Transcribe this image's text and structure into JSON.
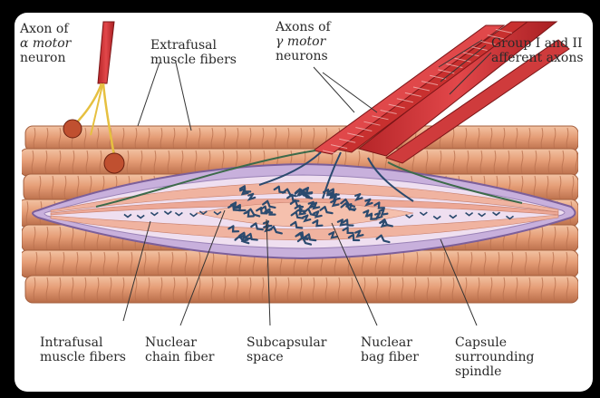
{
  "labels": {
    "alpha_axon": [
      "Axon of",
      "α motor",
      "neuron"
    ],
    "extrafusal": [
      "Extrafusal",
      "muscle fibers"
    ],
    "gamma_axons": [
      "Axons of",
      "γ motor",
      "neurons"
    ],
    "afferent": [
      "Group I and II",
      "afferent axons"
    ],
    "intrafusal": [
      "Intrafusal",
      "muscle fibers"
    ],
    "nuclear_chain": [
      "Nuclear",
      "chain fiber"
    ],
    "subcapsular": [
      "Subcapsular",
      "space"
    ],
    "nuclear_bag": [
      "Nuclear",
      "bag fiber"
    ],
    "capsule": [
      "Capsule",
      "surrounding",
      "spindle"
    ]
  },
  "colors": {
    "muscle": "#e7a37c",
    "muscle_dark": "#b8704d",
    "nerve_red": "#d9383a",
    "capsule": "#b89ad0",
    "fiber_inner": "#f3b8a5",
    "nerve_blue": "#2b4a6e",
    "nerve_yellow": "#e6c040"
  }
}
